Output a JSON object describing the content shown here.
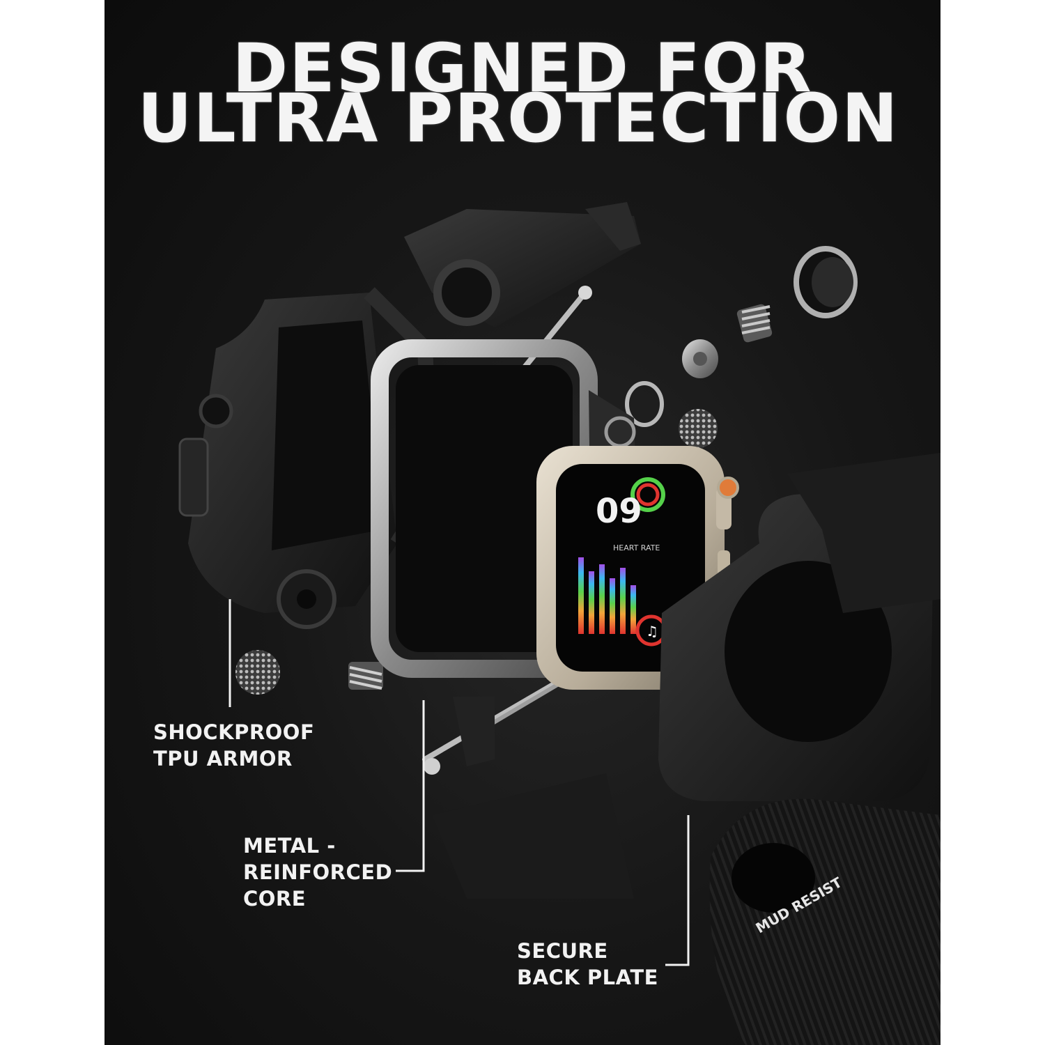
{
  "headline": {
    "line1": "DESIGNED FOR",
    "line2": "ULTRA PROTECTION"
  },
  "callouts": {
    "shockproof": {
      "line1": "SHOCKPROOF",
      "line2": "TPU ARMOR"
    },
    "metal_core": {
      "line1": "METAL -",
      "line2": "REINFORCED",
      "line3": "CORE"
    },
    "back_plate": {
      "line1": "SECURE",
      "line2": "BACK PLATE"
    }
  },
  "product": {
    "strap_text": "MUD RESIST",
    "watch_time": "09",
    "watch_label": "HEART RATE"
  },
  "colors": {
    "background": "#171717",
    "text": "#f2f2f2",
    "titanium": "#c9bfae",
    "orange_accent": "#e07b39",
    "armor": "#1e1e1e"
  }
}
